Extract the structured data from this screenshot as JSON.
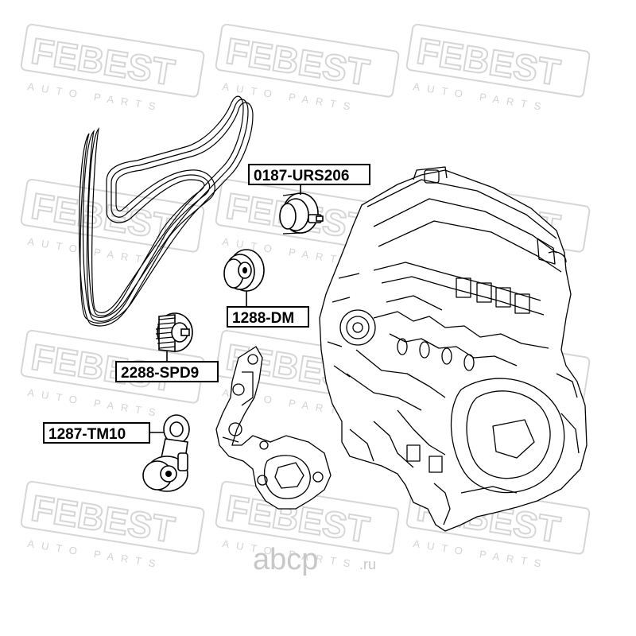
{
  "watermark": {
    "brand": "FEBEST",
    "tagline": "AUTO PARTS"
  },
  "parts": [
    {
      "id": "belt",
      "name": "poly-v-belt"
    },
    {
      "id": "p1",
      "label": "0187-URS206"
    },
    {
      "id": "p2",
      "label": "1288-DM"
    },
    {
      "id": "p3",
      "label": "2288-SPD9"
    },
    {
      "id": "p4",
      "label": "1287-TM10"
    }
  ],
  "site": {
    "name": "abcp",
    "domain": ".ru"
  },
  "colors": {
    "watermark": "#d6d6d6",
    "line": "#000000",
    "background": "#ffffff"
  }
}
